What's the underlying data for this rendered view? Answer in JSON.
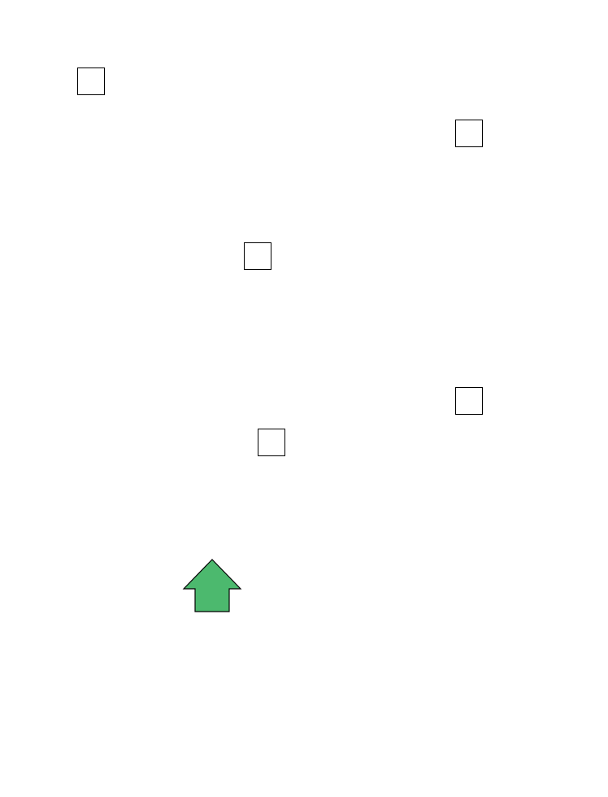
{
  "game": {
    "boxes": [
      {
        "id": "box-1"
      },
      {
        "id": "box-2"
      },
      {
        "id": "box-3"
      },
      {
        "id": "box-4"
      },
      {
        "id": "box-5"
      }
    ],
    "player": {
      "shape": "up-arrow",
      "direction": "up"
    }
  },
  "colors": {
    "background": "#ffffff",
    "box_border": "#000000",
    "box_fill": "#ffffff",
    "player_fill": "#4cb96e",
    "player_stroke": "#000000"
  }
}
